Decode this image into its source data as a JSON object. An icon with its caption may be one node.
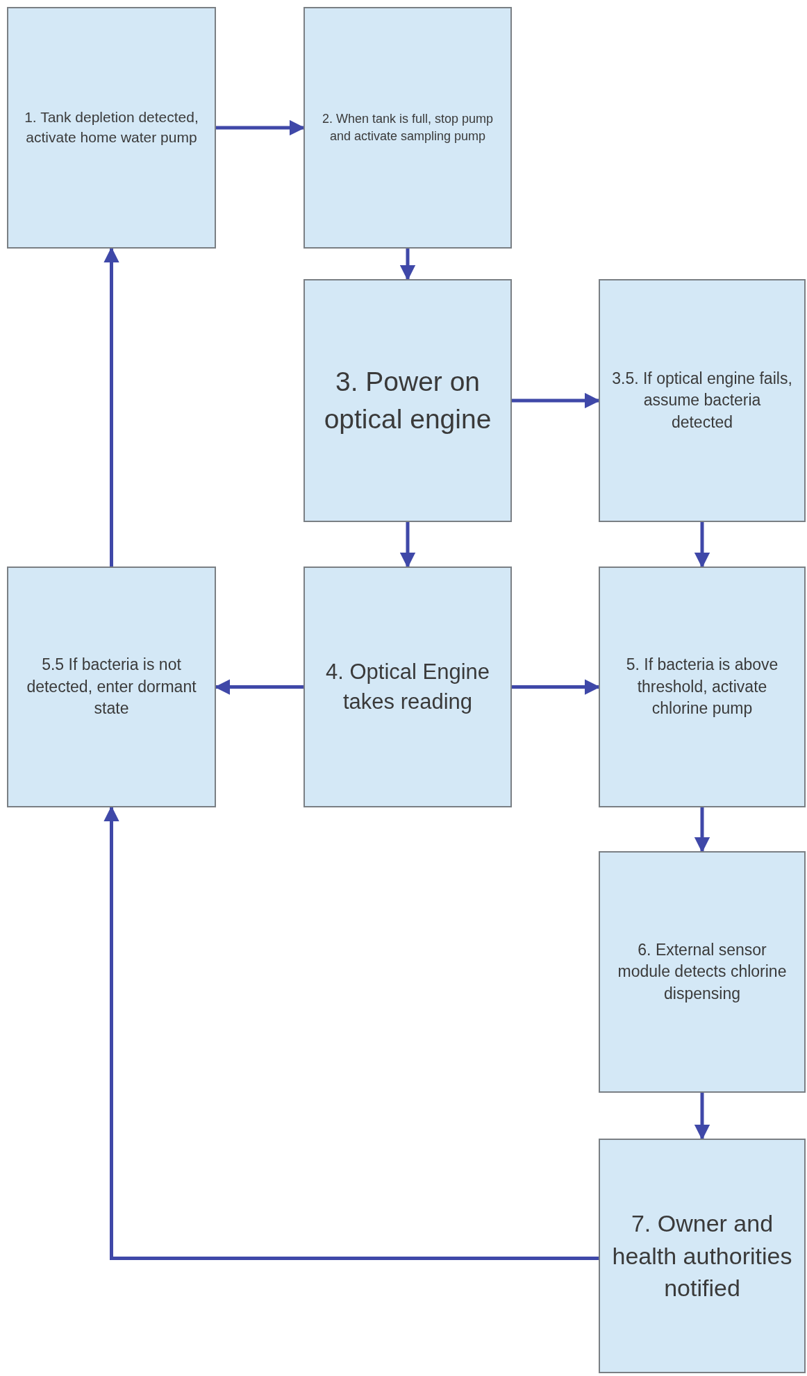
{
  "diagram": {
    "nodes": [
      {
        "text": [
          "1. Tank depletion detected, activate home water pump"
        ]
      },
      {
        "text": [
          "2. When tank is full, stop pump and activate sampling pump"
        ]
      },
      {
        "text": [
          "3. Power on optical engine"
        ]
      },
      {
        "text": [
          "3.5. If optical engine fails, assume bacteria detected"
        ]
      },
      {
        "text": [
          "5.5 If bacteria is not detected, enter dormant state"
        ]
      },
      {
        "text": [
          "4. Optical Engine takes reading"
        ]
      },
      {
        "text": [
          "5. If bacteria is above threshold, activate chlorine pump"
        ]
      },
      {
        "text": [
          "6. External sensor module detects chlorine dispensing"
        ]
      },
      {
        "text": [
          "7. Owner and health authorities notified"
        ]
      }
    ],
    "edges": [
      {
        "from": 0,
        "to": 1,
        "arrow": "to"
      },
      {
        "from": 1,
        "to": 2,
        "arrow": "to"
      },
      {
        "from": 2,
        "to": 3,
        "arrow": "to"
      },
      {
        "from": 2,
        "to": 5,
        "arrow": "to"
      },
      {
        "from": 3,
        "to": 6,
        "arrow": "to"
      },
      {
        "from": 5,
        "to": 4,
        "arrow": "to"
      },
      {
        "from": 5,
        "to": 6,
        "arrow": "to"
      },
      {
        "from": 6,
        "to": 7,
        "arrow": "to"
      },
      {
        "from": 7,
        "to": 8,
        "arrow": "to"
      },
      {
        "from": 8,
        "to": 4,
        "arrow": "to"
      },
      {
        "from": 4,
        "to": 0,
        "arrow": "to"
      }
    ]
  }
}
